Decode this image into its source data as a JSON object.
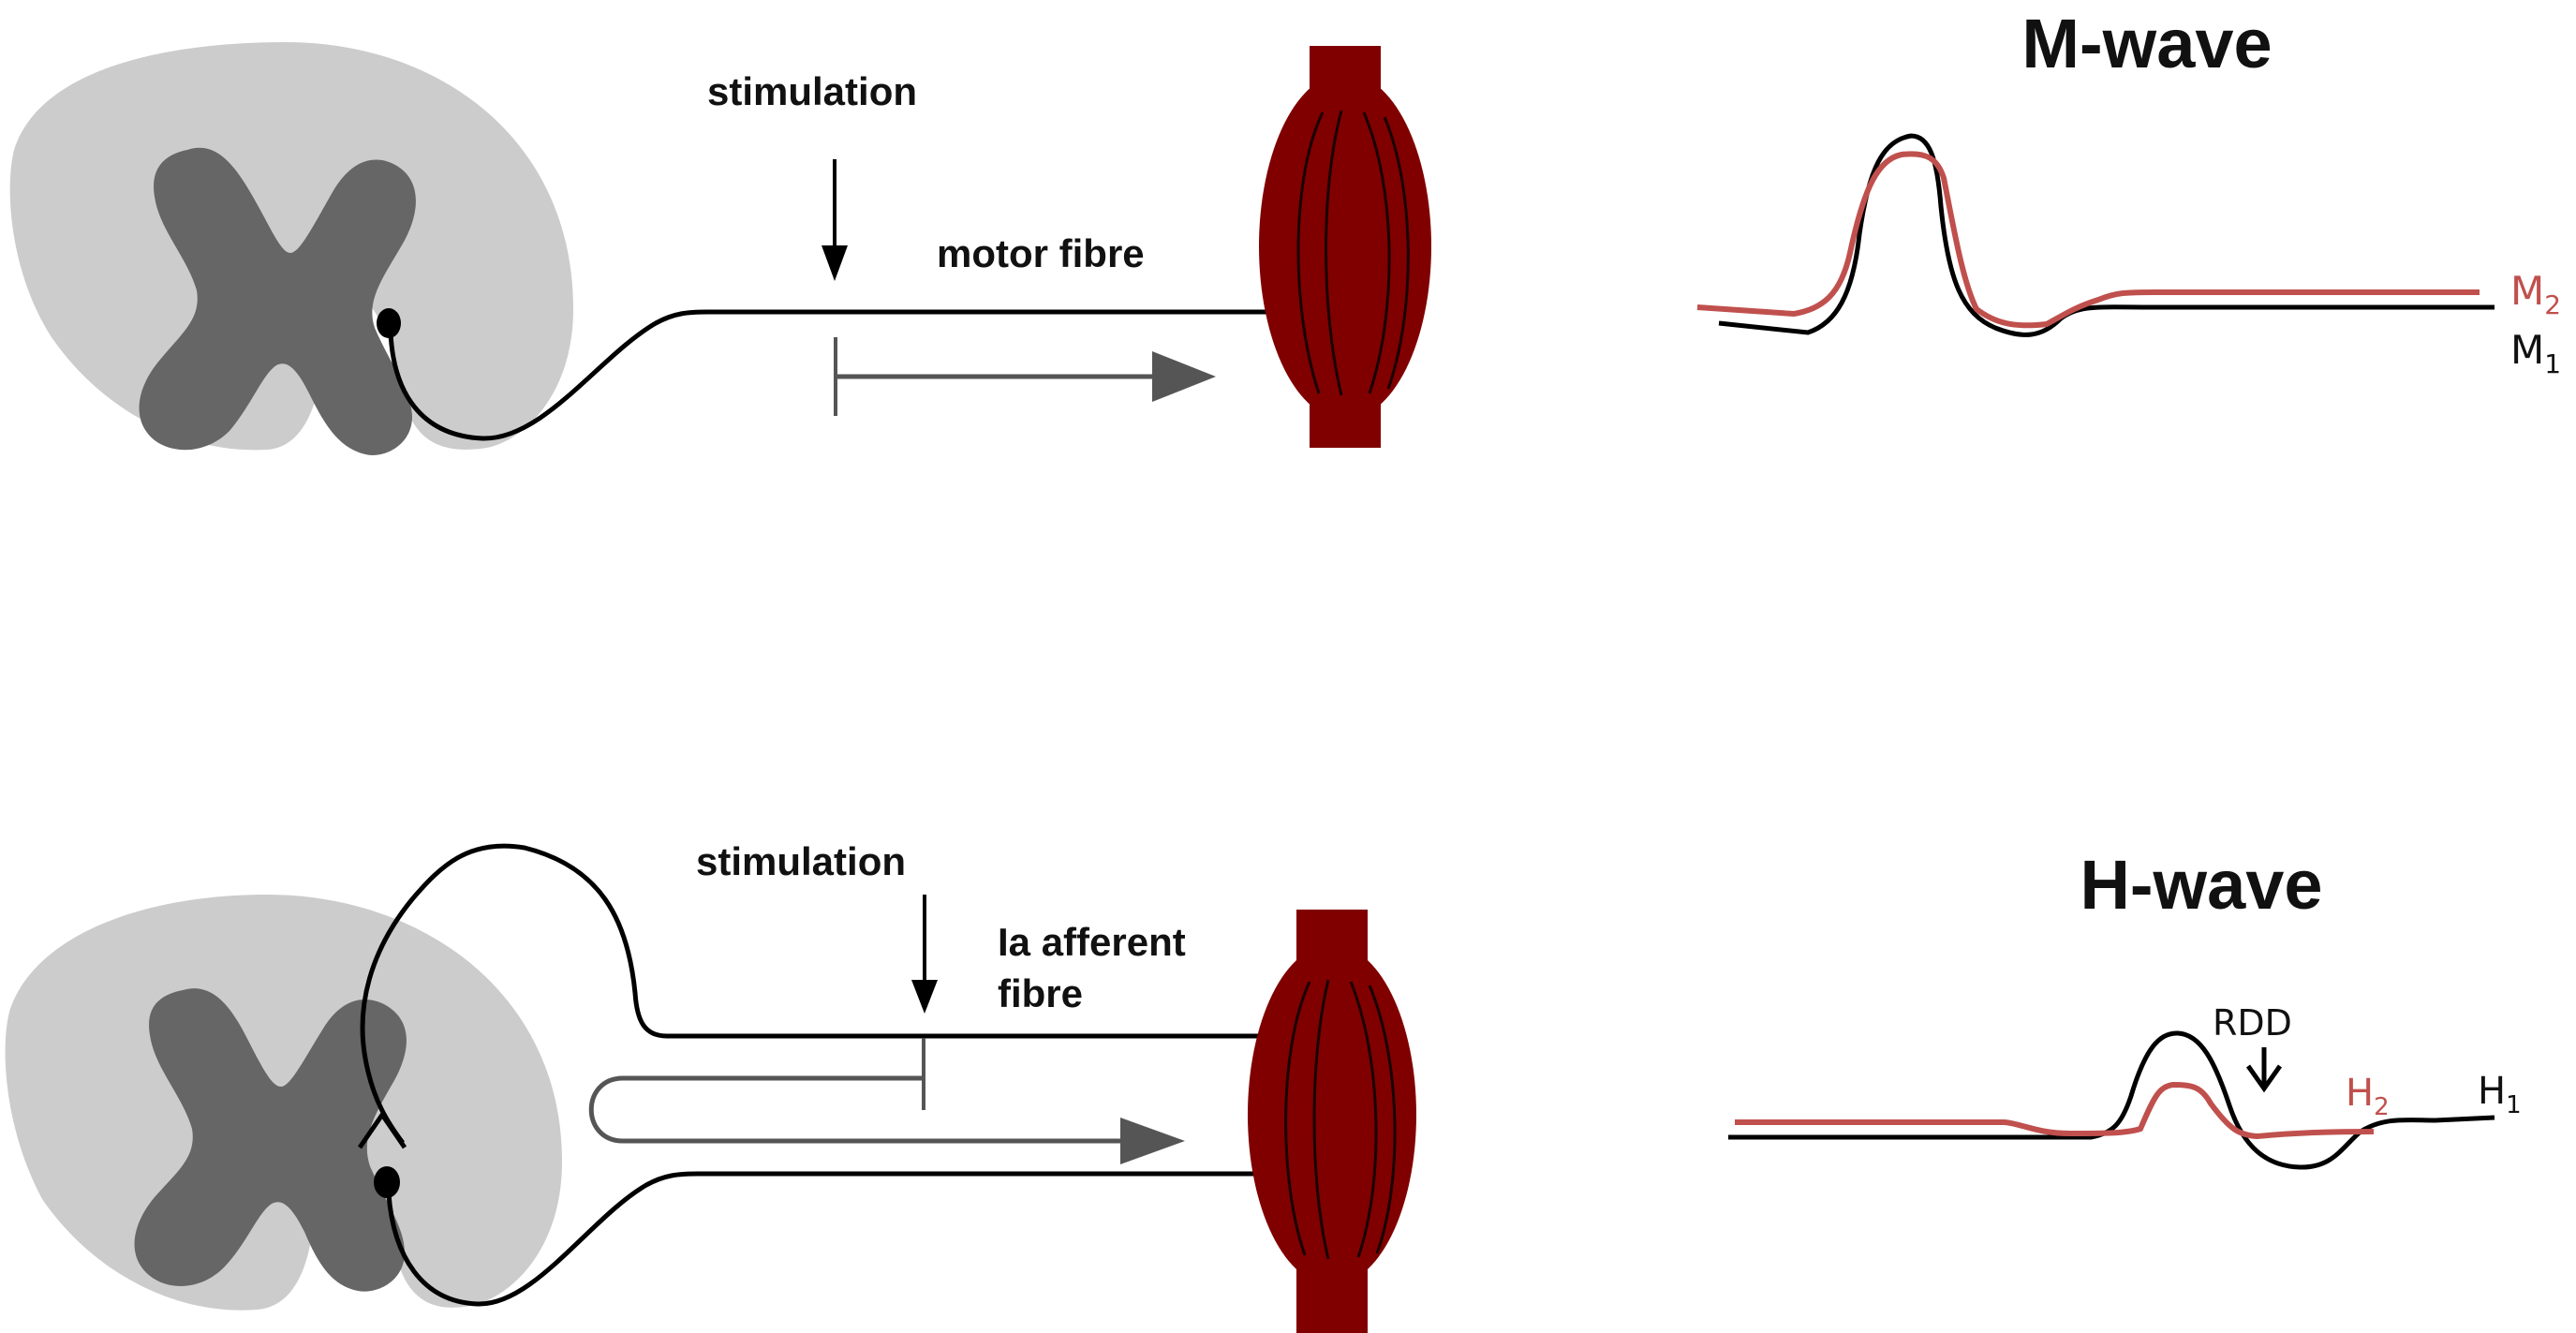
{
  "colors": {
    "white_matter": "#cccccc",
    "grey_matter": "#666666",
    "muscle": "#800000",
    "nerve": "#000000",
    "conduction_arrow": "#555555",
    "trace_1": "#000000",
    "trace_2": "#c0504d"
  },
  "panels": [
    {
      "id": "m-wave",
      "title": "M-wave",
      "stimulation_label": "stimulation",
      "fibre_label_lines": [
        "motor fibre"
      ],
      "traces": [
        {
          "name": "M",
          "subscript": "1",
          "color_key": "trace_1"
        },
        {
          "name": "M",
          "subscript": "2",
          "color_key": "trace_2"
        }
      ]
    },
    {
      "id": "h-wave",
      "title": "H-wave",
      "stimulation_label": "stimulation",
      "fibre_label_lines": [
        "Ia afferent",
        "fibre"
      ],
      "annotation": "RDD",
      "traces": [
        {
          "name": "H",
          "subscript": "1",
          "color_key": "trace_1"
        },
        {
          "name": "H",
          "subscript": "2",
          "color_key": "trace_2"
        }
      ]
    }
  ]
}
